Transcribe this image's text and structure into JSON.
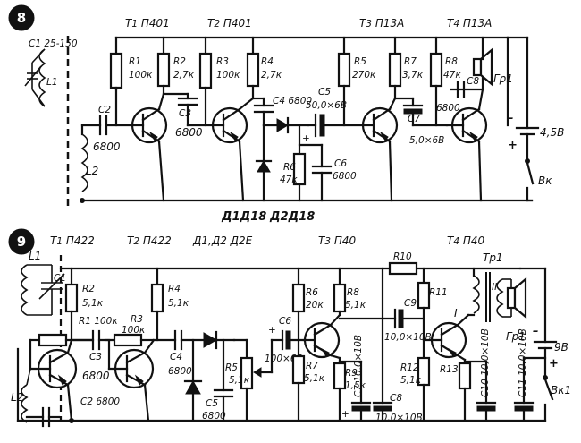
{
  "figure8": {
    "number": "8",
    "transistors": [
      {
        "id": "T1",
        "type": "П401"
      },
      {
        "id": "T2",
        "type": "П401"
      },
      {
        "id": "T3",
        "type": "П13А"
      },
      {
        "id": "T4",
        "type": "П13А"
      }
    ],
    "labels": {
      "c1": "C1 25-150",
      "l1": "L1",
      "l2": "L2",
      "c2": "C2",
      "c2v": "6800",
      "r1": "R1",
      "r1v": "100к",
      "r2": "R2",
      "r2v": "2,7к",
      "c3": "C3",
      "c3v": "6800",
      "r3": "R3",
      "r3v": "100к",
      "r4": "R4",
      "r4v": "2,7к",
      "c4": "C4",
      "c4v": "6800",
      "c5": "C5",
      "c5v": "50,0×6В",
      "r5": "R5",
      "r5v": "270к",
      "r6": "R6",
      "r6v": "47к",
      "c6": "C6",
      "c6v": "6800",
      "r7": "R7",
      "r7v": "3,7к",
      "c7": "C7",
      "c7v": "5,0×6В",
      "r8": "R8",
      "r8v": "47к",
      "c8": "C8",
      "c8v": "6800",
      "gr": "Гр1",
      "batt": "4,5В",
      "sw": "Вк",
      "d1": "Д1Д18",
      "d2": "Д2Д18"
    }
  },
  "figure9": {
    "number": "9",
    "transistors": [
      {
        "id": "T1",
        "type": "П422"
      },
      {
        "id": "T2",
        "type": "П422"
      },
      {
        "id": "T3",
        "type": "П40"
      },
      {
        "id": "T4",
        "type": "П40"
      }
    ],
    "labels": {
      "diodes": "Д1,Д2 Д2Е",
      "l1": "L1",
      "c1": "C1",
      "l2": "L2",
      "c2": "C2 6800",
      "r1": "R1 100к",
      "r2": "R2",
      "r2v": "5,1к",
      "c3": "C3",
      "c3v": "6800",
      "r3": "R3",
      "r3v": "100к",
      "r4": "R4",
      "r4v": "5,1к",
      "c4": "C4",
      "c4v": "6800",
      "c5": "C5",
      "c5v": "6800",
      "r5": "R5",
      "r5v": "5,1к",
      "c6": "C6",
      "c6v": "100×6В",
      "r6": "R6",
      "r6v": "20к",
      "r7": "R7",
      "r7v": "5,1к",
      "r8": "R8",
      "r8v": "5,1к",
      "r9": "R9",
      "r9v": "1,5к",
      "c7": "C7 10,0×10В",
      "c8": "C8",
      "c8v": "10,0×10В",
      "r10": "R10",
      "c9": "C9",
      "c9v": "10,0×10В",
      "r11": "R11",
      "r12": "R12",
      "r12v": "5,1к",
      "r13": "R13",
      "c10": "C10 10,0×10В",
      "c11": "C11 10,0×10В",
      "tr": "Тр1",
      "tr1": "I",
      "tr2": "II",
      "gr": "Гр1",
      "batt": "9В",
      "sw": "Вк1"
    }
  }
}
